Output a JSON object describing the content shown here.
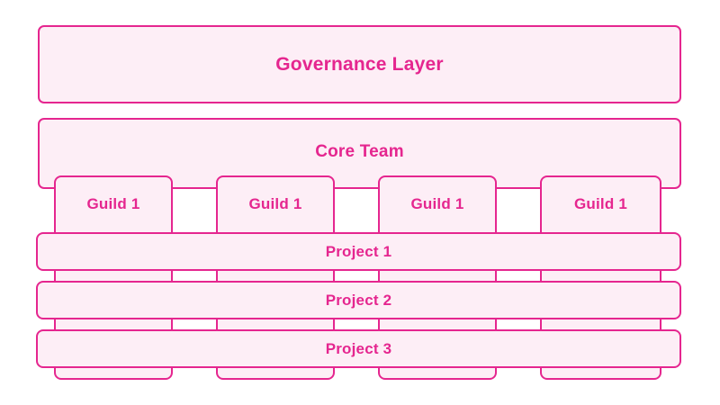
{
  "diagram": {
    "background_color": "#ffffff",
    "accent_color": "#e5268f",
    "fill_color": "#fdeef6",
    "governance": {
      "label": "Governance Layer"
    },
    "core_team": {
      "label": "Core Team"
    },
    "guilds": [
      {
        "label": "Guild 1"
      },
      {
        "label": "Guild 1"
      },
      {
        "label": "Guild 1"
      },
      {
        "label": "Guild 1"
      }
    ],
    "projects": [
      {
        "label": "Project 1"
      },
      {
        "label": "Project 2"
      },
      {
        "label": "Project 3"
      }
    ]
  }
}
